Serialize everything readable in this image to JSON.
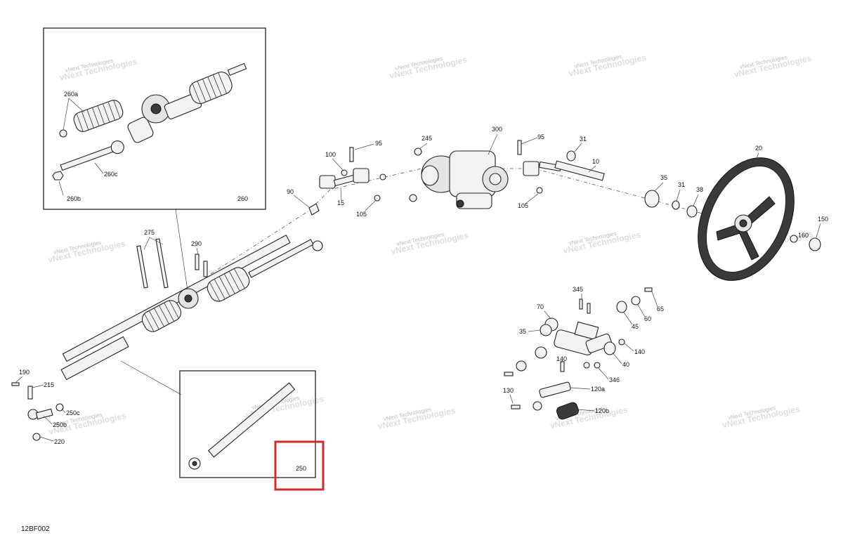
{
  "diagram": {
    "drawing_code": "12BF002",
    "watermark": {
      "line1": "vNext Technologies",
      "line2": "vNext Technologies"
    },
    "highlight_color": "#d12b2b",
    "highlighted_part": "250",
    "callouts": {
      "c260a": "260a",
      "c260c": "260c",
      "c260b": "260b",
      "c260": "260",
      "c275": "275",
      "c290": "290",
      "c90": "90",
      "c100": "100",
      "c95a": "95",
      "c15": "15",
      "c105a": "105",
      "c245": "245",
      "c300": "300",
      "c95b": "95",
      "c105b": "105",
      "c31a": "31",
      "c10": "10",
      "c35a": "35",
      "c31b": "31",
      "c38": "38",
      "c20": "20",
      "c160": "160",
      "c150": "150",
      "c190": "190",
      "c215": "215",
      "c250c": "250c",
      "c250b": "250b",
      "c220": "220",
      "c250": "250",
      "c345": "345",
      "c70": "70",
      "c35b": "35",
      "c45": "45",
      "c60": "60",
      "c65": "65",
      "c140a": "140",
      "c140b": "140",
      "c40": "40",
      "c346": "346",
      "c120a": "120a",
      "c130": "130",
      "c120b": "120b"
    }
  }
}
